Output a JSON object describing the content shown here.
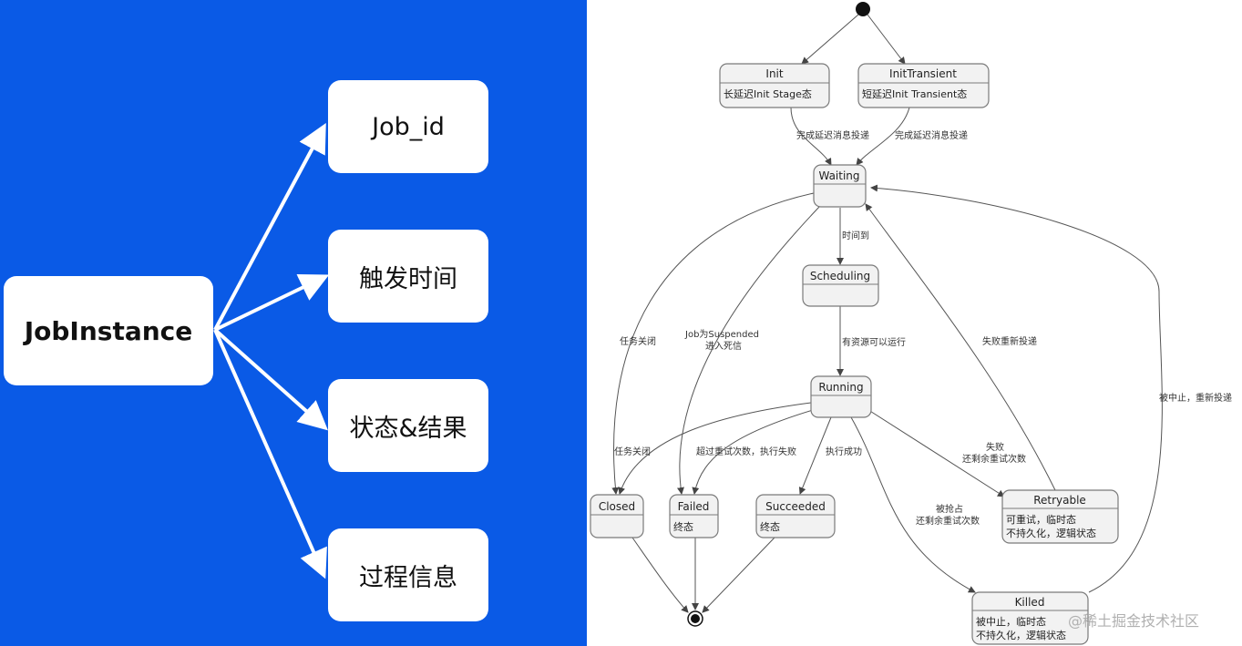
{
  "mindmap": {
    "root": "JobInstance",
    "fields": [
      "Job_id",
      "触发时间",
      "状态&结果",
      "过程信息"
    ]
  },
  "states": {
    "init": {
      "name": "Init",
      "desc": [
        "长延迟Init Stage态"
      ]
    },
    "init_transient": {
      "name": "InitTransient",
      "desc": [
        "短延迟Init Transient态"
      ]
    },
    "waiting": {
      "name": "Waiting",
      "desc": []
    },
    "scheduling": {
      "name": "Scheduling",
      "desc": []
    },
    "running": {
      "name": "Running",
      "desc": []
    },
    "closed": {
      "name": "Closed",
      "desc": []
    },
    "failed": {
      "name": "Failed",
      "desc": [
        "终态"
      ]
    },
    "succeeded": {
      "name": "Succeeded",
      "desc": [
        "终态"
      ]
    },
    "retryable": {
      "name": "Retryable",
      "desc": [
        "可重试，临时态",
        "不持久化，逻辑状态"
      ]
    },
    "killed": {
      "name": "Killed",
      "desc": [
        "被中止，临时态",
        "不持久化，逻辑状态"
      ]
    }
  },
  "transitions": {
    "init_to_waiting": "完成延迟消息投递",
    "init_transient_to_waiting": "完成延迟消息投递",
    "waiting_to_scheduling": "时间到",
    "waiting_to_closed": "任务关闭",
    "waiting_to_failed": [
      "Job为Suspended",
      "进入死信"
    ],
    "scheduling_to_running": "有资源可以运行",
    "retryable_to_waiting": "失败重新投递",
    "killed_to_waiting": "被中止，重新投递",
    "running_to_closed": "任务关闭",
    "running_to_failed": "超过重试次数，执行失败",
    "running_to_succeeded": "执行成功",
    "running_to_retryable": [
      "失败",
      "还剩余重试次数"
    ],
    "running_to_killed": [
      "被抢占",
      "还剩余重试次数"
    ]
  },
  "watermark": "@稀土掘金技术社区"
}
